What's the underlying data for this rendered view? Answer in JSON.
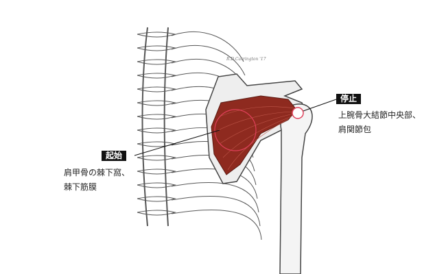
{
  "origin": {
    "tag": "起始",
    "lines": [
      "肩甲骨の棘下窩、",
      "棘下筋膜"
    ]
  },
  "insertion": {
    "tag": "停止",
    "lines": [
      "上腕骨大結節中央部、",
      "肩関節包"
    ]
  },
  "colors": {
    "muscle": "#8e2a1f",
    "marker": "#e0405a",
    "tag_bg": "#111111"
  }
}
